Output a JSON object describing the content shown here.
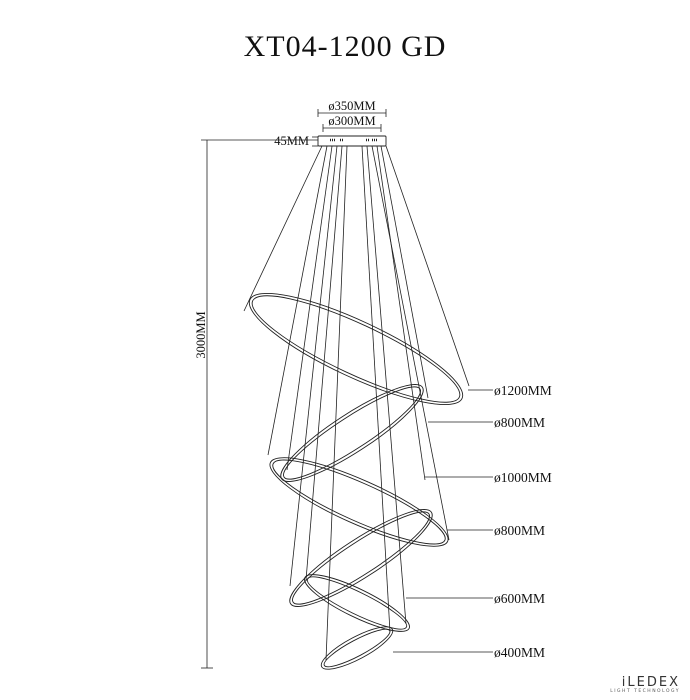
{
  "title": "XT04-1200 GD",
  "canopy": {
    "outer_diameter": "ø350MM",
    "inner_diameter": "ø300MM",
    "height": "45MM"
  },
  "total_height": "3000MM",
  "rings": [
    {
      "diameter": "ø1200MM"
    },
    {
      "diameter": "ø800MM"
    },
    {
      "diameter": "ø1000MM"
    },
    {
      "diameter": "ø800MM"
    },
    {
      "diameter": "ø600MM"
    },
    {
      "diameter": "ø400MM"
    }
  ],
  "brand": {
    "name": "iLEDEX",
    "tagline": "LIGHT TECHNOLOGY"
  }
}
